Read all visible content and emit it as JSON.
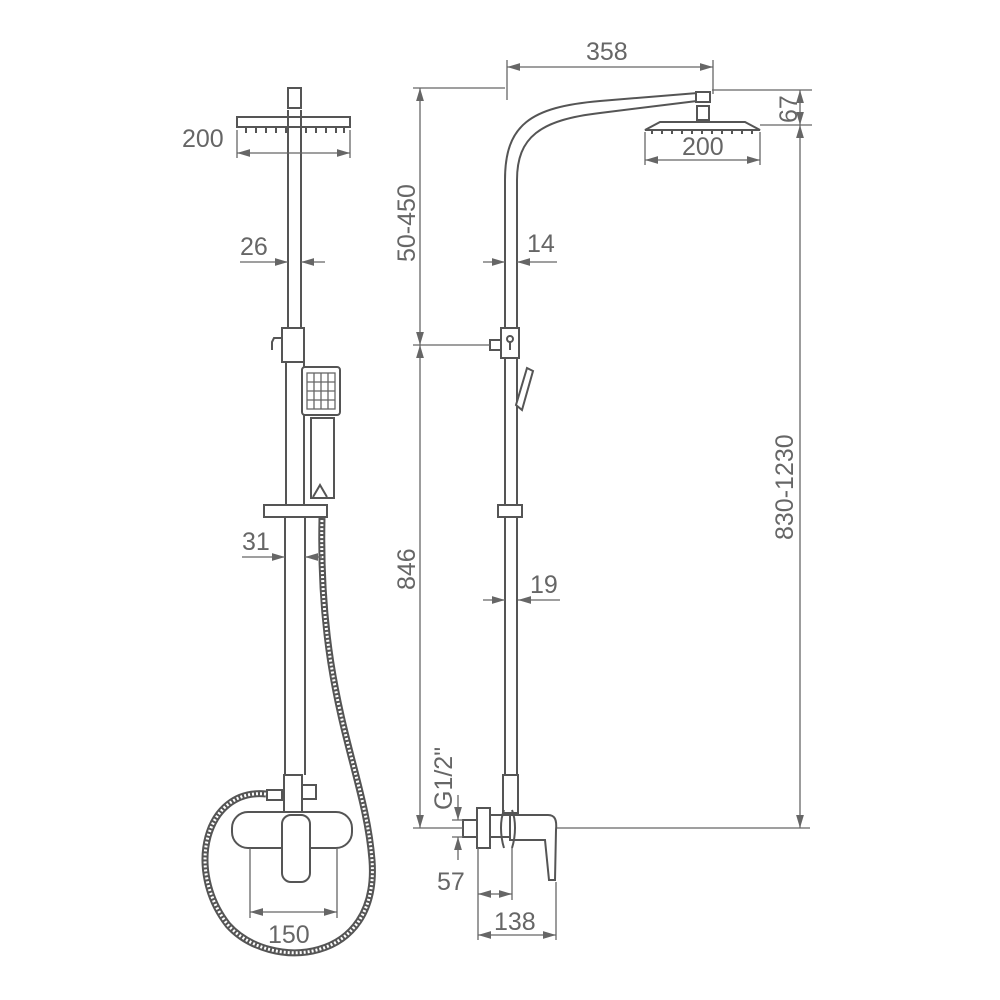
{
  "title": "Shower system dimension drawing",
  "front_view": {
    "head_width": "200",
    "pipe_upper_diameter": "26",
    "pipe_lower_diameter": "31",
    "mixer_center_distance": "150"
  },
  "side_view": {
    "arm_reach": "358",
    "head_drop": "67",
    "head_width": "200",
    "height_adjust_range": "50-450",
    "pipe_upper_diameter": "14",
    "pipe_lower_diameter": "19",
    "slider_height": "846",
    "total_height_range": "830-1230",
    "inlet_thread": "G1/2\"",
    "inlet_depth": "57",
    "mixer_depth": "138"
  },
  "colors": {
    "line": "#555555",
    "text": "#666666"
  }
}
